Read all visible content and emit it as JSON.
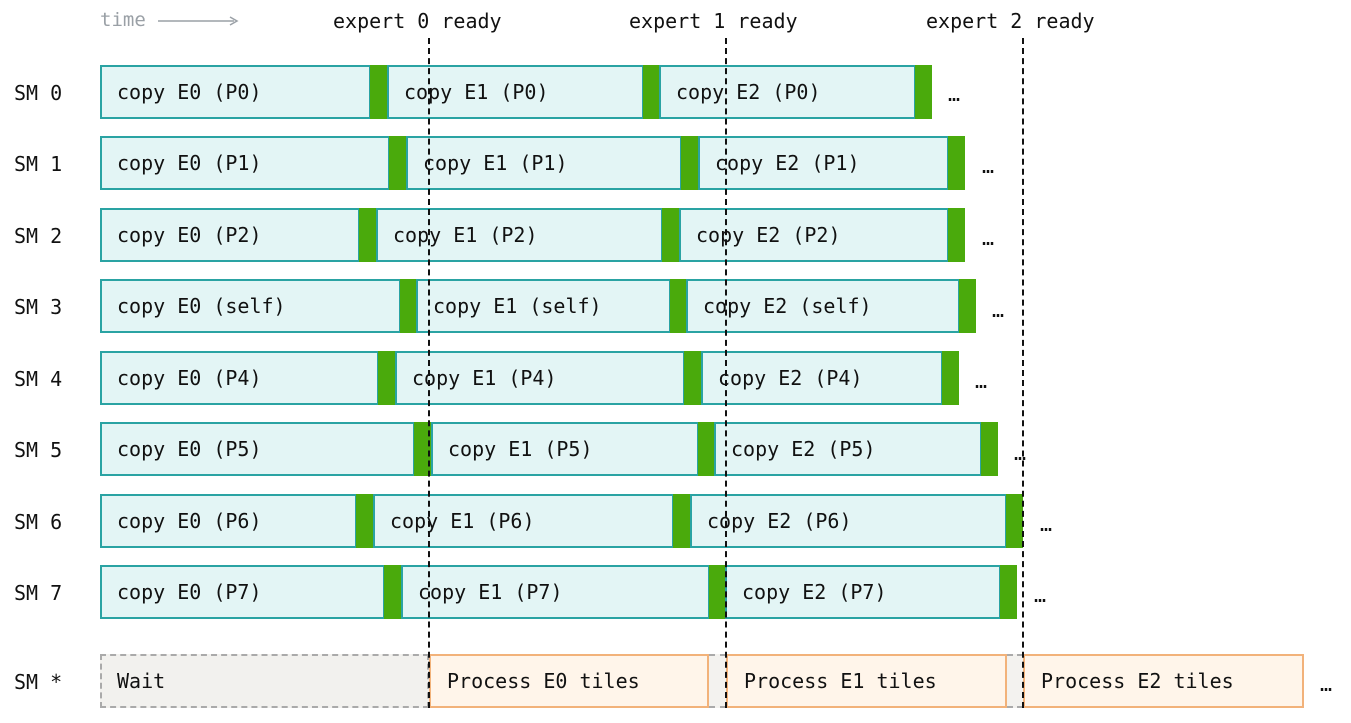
{
  "time_label": "time",
  "markers": [
    "expert 0 ready",
    "expert 1 ready",
    "expert 2 ready"
  ],
  "ellipsis": "…",
  "rows": [
    {
      "sm": "SM 0",
      "tasks": [
        "copy E0 (P0)",
        "copy E1 (P0)",
        "copy E2 (P0)"
      ]
    },
    {
      "sm": "SM 1",
      "tasks": [
        "copy E0 (P1)",
        "copy E1 (P1)",
        "copy E2 (P1)"
      ]
    },
    {
      "sm": "SM 2",
      "tasks": [
        "copy E0 (P2)",
        "copy E1 (P2)",
        "copy E2 (P2)"
      ]
    },
    {
      "sm": "SM 3",
      "tasks": [
        "copy E0 (self)",
        "copy E1 (self)",
        "copy E2 (self)"
      ]
    },
    {
      "sm": "SM 4",
      "tasks": [
        "copy E0 (P4)",
        "copy E1 (P4)",
        "copy E2 (P4)"
      ]
    },
    {
      "sm": "SM 5",
      "tasks": [
        "copy E0 (P5)",
        "copy E1 (P5)",
        "copy E2 (P5)"
      ]
    },
    {
      "sm": "SM 6",
      "tasks": [
        "copy E0 (P6)",
        "copy E1 (P6)",
        "copy E2 (P6)"
      ]
    },
    {
      "sm": "SM 7",
      "tasks": [
        "copy E0 (P7)",
        "copy E1 (P7)",
        "copy E2 (P7)"
      ]
    }
  ],
  "consumer": {
    "sm": "SM *",
    "wait": "Wait",
    "tasks": [
      "Process E0 tiles",
      "Process E1 tiles",
      "Process E2 tiles"
    ]
  },
  "colors": {
    "copy_fill": "#e3f5f5",
    "copy_border": "#2aa3a3",
    "sync": "#4aaa0c",
    "wait_fill": "#f2f1ee",
    "process_fill": "#fff5ea",
    "process_border": "#f2b27a"
  }
}
